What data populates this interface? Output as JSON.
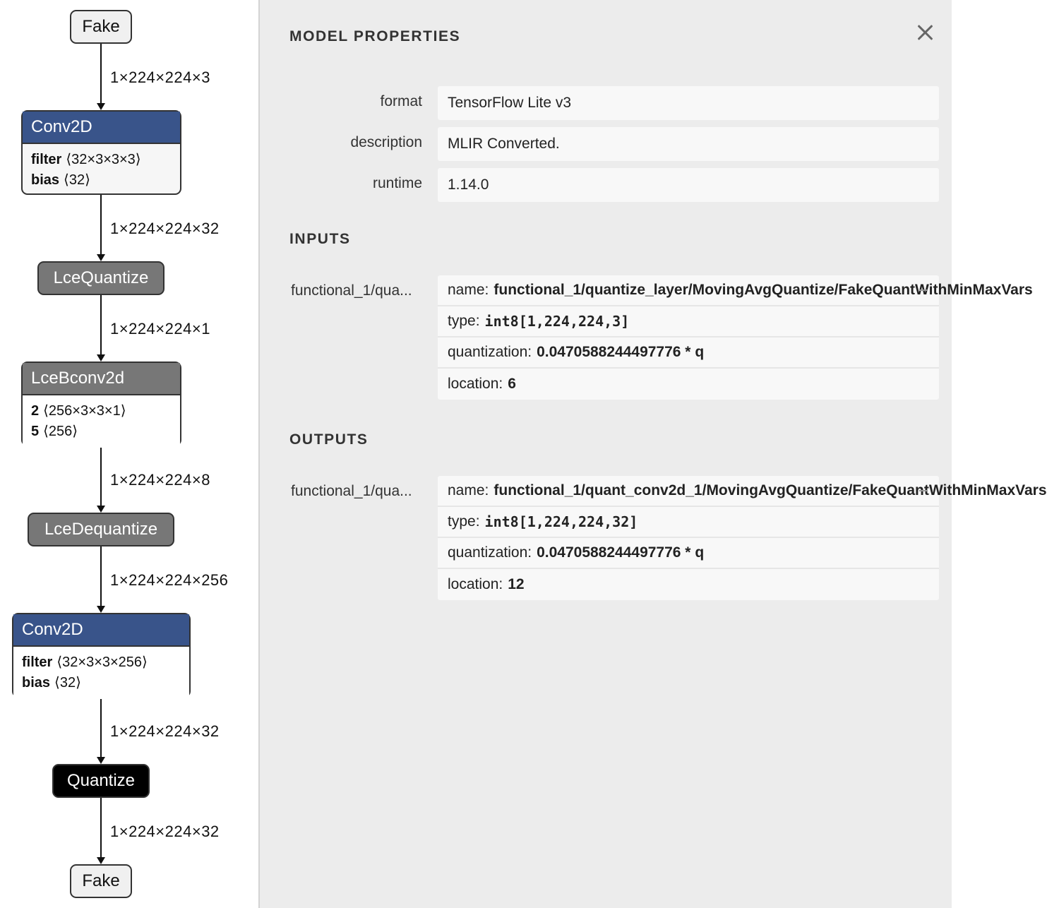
{
  "graph": {
    "nodes": {
      "input": "Fake",
      "conv1": {
        "title": "Conv2D",
        "attrs": [
          {
            "k": "filter",
            "v": "⟨32×3×3×3⟩"
          },
          {
            "k": "bias",
            "v": "⟨32⟩"
          }
        ]
      },
      "quant1": "LceQuantize",
      "bconv": {
        "title": "LceBconv2d",
        "attrs": [
          {
            "k": "2",
            "v": "⟨256×3×3×1⟩"
          },
          {
            "k": "5",
            "v": "⟨256⟩"
          }
        ]
      },
      "dequant": "LceDequantize",
      "conv2": {
        "title": "Conv2D",
        "attrs": [
          {
            "k": "filter",
            "v": "⟨32×3×3×256⟩"
          },
          {
            "k": "bias",
            "v": "⟨32⟩"
          }
        ]
      },
      "quant2": "Quantize",
      "output": "Fake"
    },
    "edges": [
      "1×224×224×3",
      "1×224×224×32",
      "1×224×224×1",
      "1×224×224×8",
      "1×224×224×256",
      "1×224×224×32",
      "1×224×224×32"
    ]
  },
  "panel": {
    "title": "MODEL PROPERTIES",
    "properties": [
      {
        "label": "format",
        "value": "TensorFlow Lite v3"
      },
      {
        "label": "description",
        "value": "MLIR Converted."
      },
      {
        "label": "runtime",
        "value": "1.14.0"
      }
    ],
    "inputs_title": "INPUTS",
    "input": {
      "label": "functional_1/qua...",
      "name_key": "name:",
      "name": "functional_1/quantize_layer/MovingAvgQuantize/FakeQuantWithMinMaxVars",
      "type_key": "type:",
      "type": "int8[1,224,224,3]",
      "quant_key": "quantization:",
      "quant": "0.0470588244497776 * q",
      "loc_key": "location:",
      "loc": "6"
    },
    "outputs_title": "OUTPUTS",
    "output": {
      "label": "functional_1/qua...",
      "name_key": "name:",
      "name": "functional_1/quant_conv2d_1/MovingAvgQuantize/FakeQuantWithMinMaxVars",
      "type_key": "type:",
      "type": "int8[1,224,224,32]",
      "quant_key": "quantization:",
      "quant": "0.0470588244497776 * q",
      "loc_key": "location:",
      "loc": "12"
    }
  },
  "colors": {
    "conv_header": "#39548a",
    "gray_node": "#777777",
    "black_node": "#000000",
    "panel_bg": "#ececec"
  }
}
